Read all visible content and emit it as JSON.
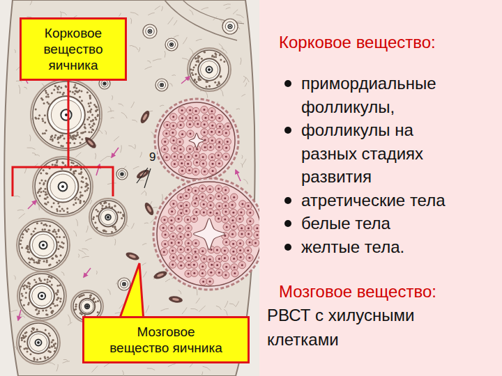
{
  "diagram": {
    "nodes": [
      {
        "text": [
          "Корковое вещество яичника"
        ]
      },
      {
        "text": [
          "Корковое вещество:",
          "примордиальные фолликулы,",
          "фолликулы на разных стадиях развития",
          "атретические тела",
          "белые тела",
          "желтые тела.",
          "Мозговое вещество:",
          "РВСТ с хилусными клетками"
        ]
      },
      {
        "text": [
          "Мозговое вещество яичника"
        ]
      }
    ],
    "labels": [
      "9"
    ]
  }
}
